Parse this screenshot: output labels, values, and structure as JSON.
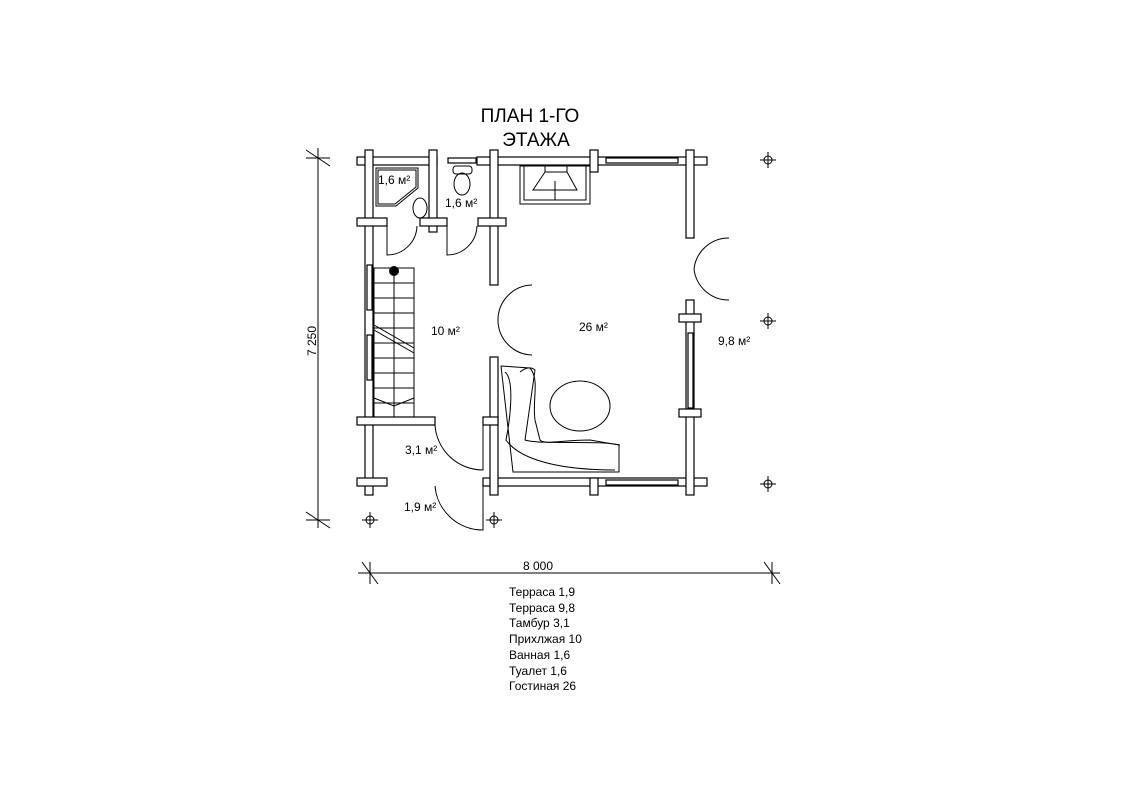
{
  "title": {
    "line1": "ПЛАН 1-ГО",
    "line2": "ЭТАЖА"
  },
  "rooms": {
    "bath": "1,6 м²",
    "toilet": "1,6 м²",
    "hall": "10 м²",
    "living": "26 м²",
    "terrace_right": "9,8 м²",
    "tambour": "3,1 м²",
    "terrace_entry": "1,9 м²"
  },
  "dimensions": {
    "height": "7 250",
    "width": "8 000"
  },
  "legend": [
    "Терраса 1,9",
    "Терраса 9,8",
    "Тамбур 3,1",
    "Прихлжая 10",
    "Ванная 1,6",
    "Туалет 1,6",
    "Гостиная 26"
  ]
}
